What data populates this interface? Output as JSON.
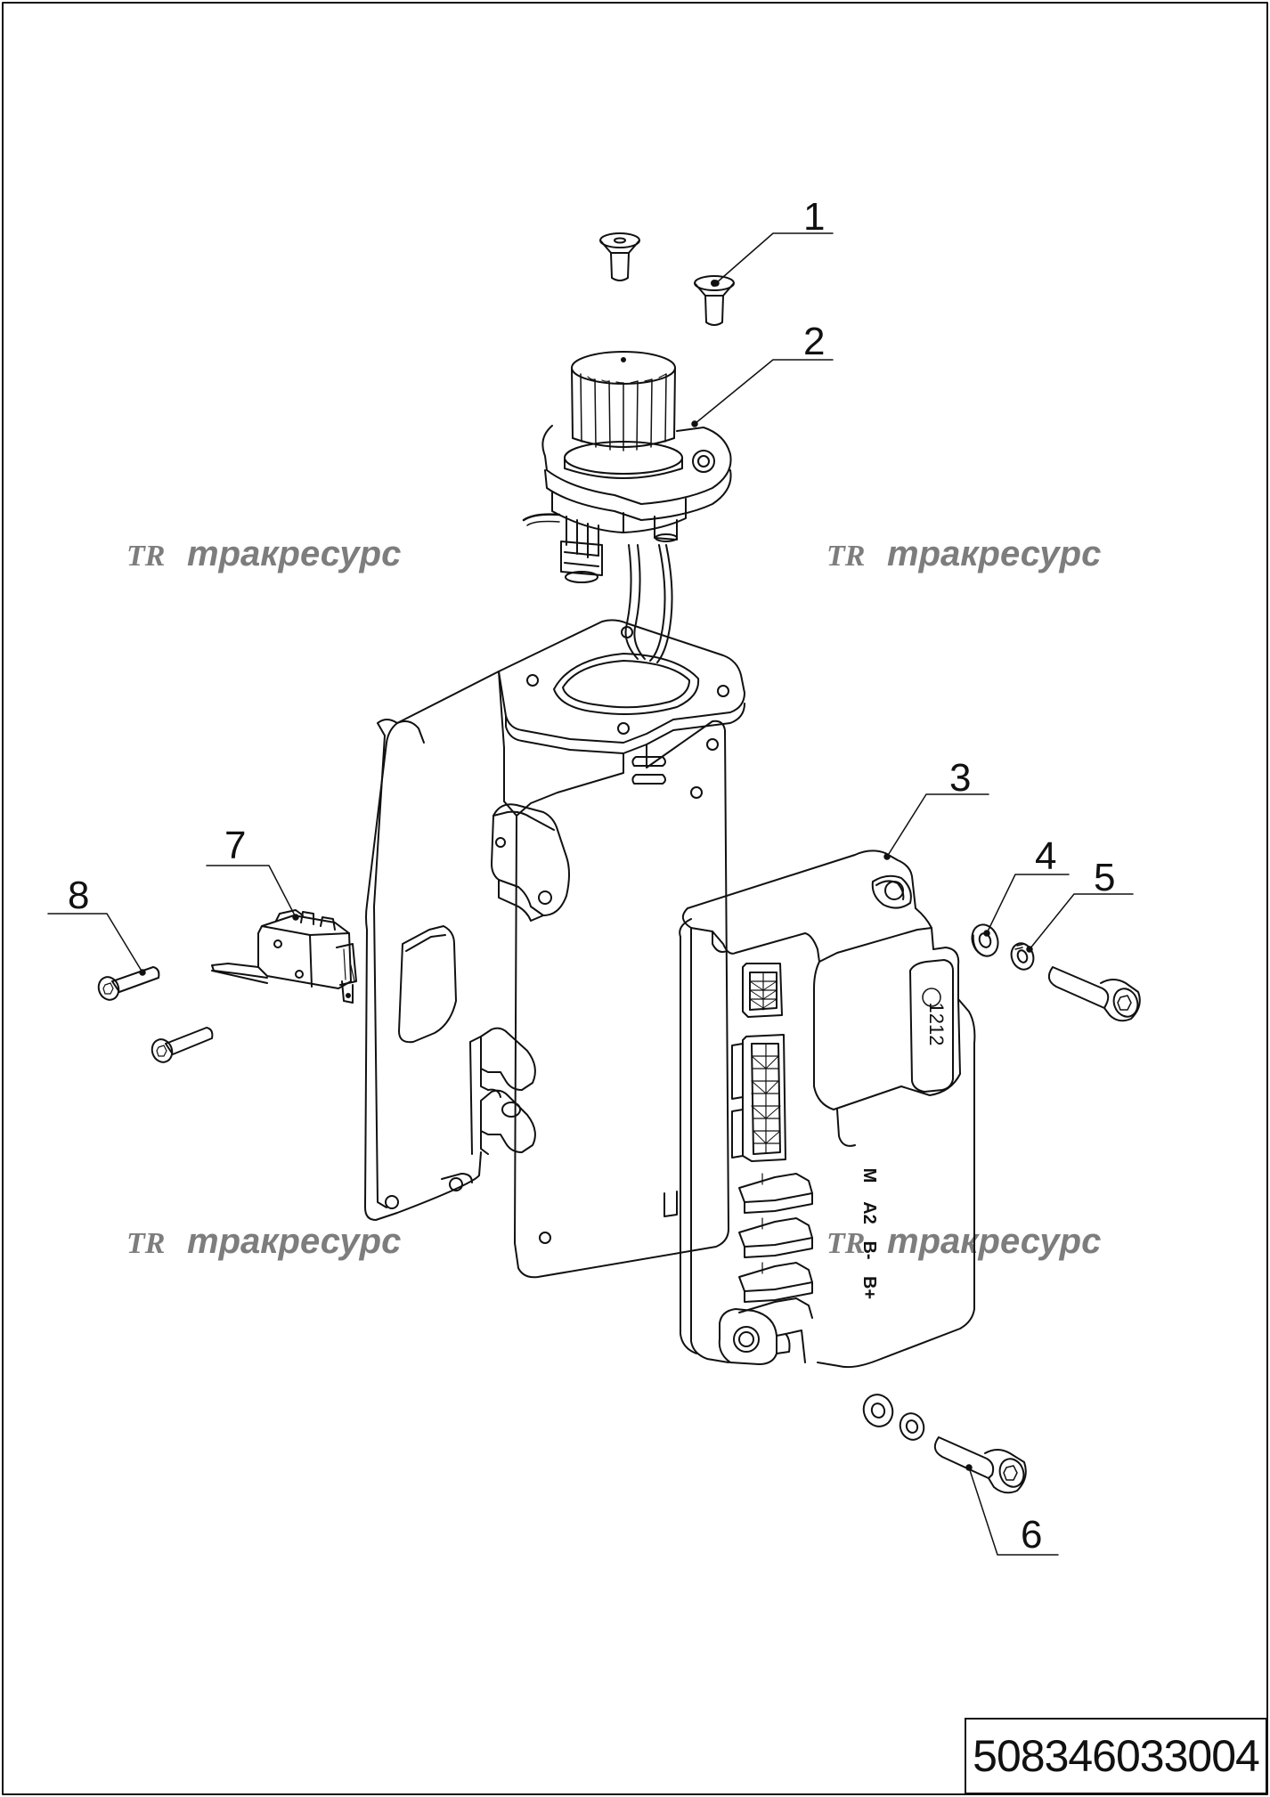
{
  "drawing": {
    "code": "508346033004",
    "callouts": [
      "1",
      "2",
      "3",
      "4",
      "5",
      "6",
      "7",
      "8"
    ],
    "watermark": {
      "logo": "TR",
      "text": "тракресурс"
    },
    "controller_labels": [
      "M",
      "A2",
      "B-",
      "B+"
    ],
    "controller_model": "1212"
  },
  "colors": {
    "line": "#111111",
    "watermark": "#7d7d7d"
  }
}
